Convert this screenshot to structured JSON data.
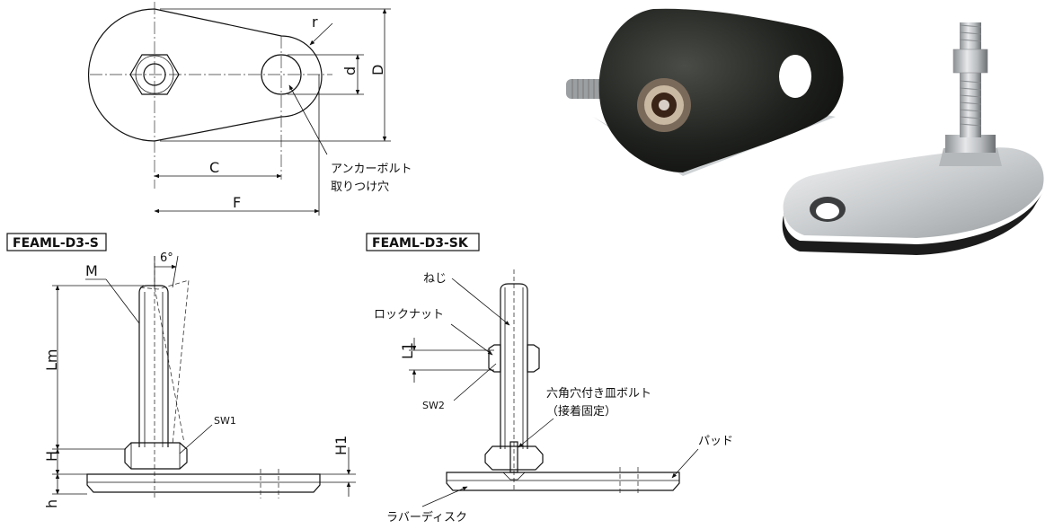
{
  "top_view": {
    "labels": {
      "r": "r",
      "d": "d",
      "D": "D",
      "C": "C",
      "F": "F"
    },
    "anchor_hole_label": [
      "アンカーボルト",
      "取りつけ穴"
    ]
  },
  "model_s": {
    "name": "FEAML-D3-S",
    "labels": {
      "M": "M",
      "angle": "6°",
      "Lm": "Lm",
      "SW1": "SW1",
      "H": "H",
      "H1": "H1",
      "h": "h"
    }
  },
  "model_sk": {
    "name": "FEAML-D3-SK",
    "labels": {
      "screw": "ねじ",
      "lock_nut": "ロックナット",
      "L1": "L1",
      "SW2": "SW2",
      "flat_bolt": [
        "六角穴付き皿ボルト",
        "（接着固定）"
      ],
      "pad": "パッド",
      "rubber_disc": "ラバーディスク"
    }
  }
}
